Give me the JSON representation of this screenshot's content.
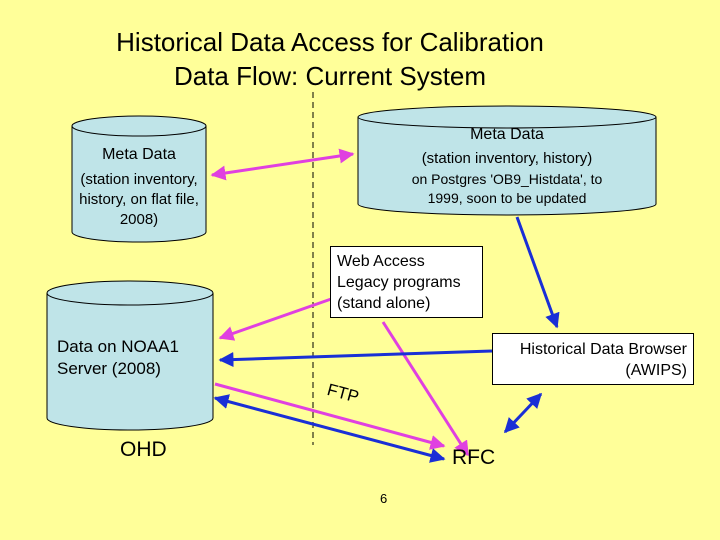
{
  "title": {
    "line1": "Historical Data Access for Calibration",
    "line2": "Data Flow: Current System"
  },
  "meta_left": {
    "heading": "Meta Data",
    "detail": "(station inventory, history, on flat file, 2008)"
  },
  "meta_right": {
    "heading": "Meta Data",
    "detail_line1": "(station inventory, history)",
    "detail_line2": "on Postgres 'OB9_Histdata', to",
    "detail_line3": "1999, soon to be updated"
  },
  "web_access": {
    "line1": "Web Access",
    "line2": "Legacy programs",
    "line3": "(stand alone)"
  },
  "noaa1": {
    "line1": "Data on NOAA1",
    "line2": "Server (2008)"
  },
  "hdb": {
    "line1": "Historical Data Browser",
    "line2": "(AWIPS)"
  },
  "labels": {
    "ftp": "FTP",
    "ohd": "OHD",
    "rfc": "RFC",
    "page_number": "6"
  },
  "colors": {
    "background": "#ffff99",
    "cylinder_fill": "#bfe4e8",
    "magenta_arrow": "#e040e0",
    "blue_arrow": "#1a2fd6"
  }
}
